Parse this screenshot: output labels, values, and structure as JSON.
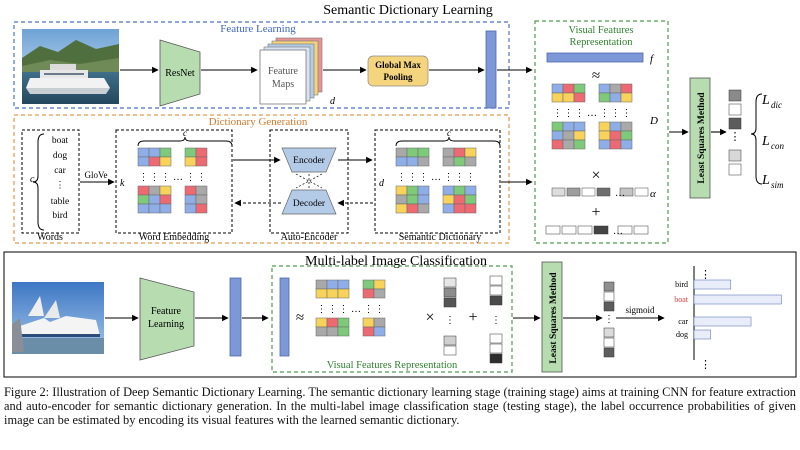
{
  "colors": {
    "blue_dash": "#4a72c8",
    "orange_dash": "#e09a4c",
    "green_dash": "#4f9a4f",
    "green_block": "#b6dcb0",
    "gold_block": "#f4d47c",
    "blue_bar": "#7d98d6",
    "bar_outline": "#4e67b0",
    "cell_red": "#ee6a73",
    "cell_green": "#7fca7a",
    "cell_blue": "#8faee8",
    "cell_yellow": "#f7d35c",
    "cell_gray": "#a9a9a9",
    "cell_dark": "#5e5e5e",
    "boat_red": "#e23c3c"
  },
  "top": {
    "title": "Semantic Dictionary Learning",
    "feature_learning": "Feature Learning",
    "resnet": "ResNet",
    "feature_maps": "Feature Maps",
    "d": "d",
    "global_max_pooling": "Global Max Pooling",
    "dictionary_generation": "Dictionary Generation",
    "word_c": "c",
    "words_list": [
      "boat",
      "dog",
      "car",
      "⋮",
      "table",
      "bird"
    ],
    "words_label": "Words",
    "glove": "GloVe",
    "k": "k",
    "c_top": "c",
    "word_embedding": "Word Embedding",
    "encoder": "Encoder",
    "decoder": "Decoder",
    "auto_encoder": "Auto-Encoder",
    "sem_d": "d",
    "sem_c": "c",
    "semantic_dictionary": "Semantic Dictionary",
    "vfr_title": "Visual Features Representation",
    "f": "f",
    "approx": "≈",
    "D": "D",
    "times": "×",
    "alpha": "α",
    "plus": "+",
    "least_squares": "Least Squares Method",
    "loss_dic": "L",
    "loss_dic_sub": "dic",
    "loss_con": "L",
    "loss_con_sub": "con",
    "loss_sim": "L",
    "loss_sim_sub": "sim"
  },
  "bottom": {
    "title": "Multi-label Image Classification",
    "feature_learning": "Feature Learning",
    "approx": "≈",
    "times": "×",
    "plus": "+",
    "vfr_label": "Visual Features Representation",
    "least_squares": "Least Squares Method",
    "sigmoid": "sigmoid",
    "labels": [
      "bird",
      "boat",
      "car",
      "dog"
    ],
    "dots": "⋮"
  },
  "probabilities": [
    {
      "label": "bird",
      "value": 0.4
    },
    {
      "label": "boat",
      "value": 0.95
    },
    {
      "label": "car",
      "value": 0.62
    },
    {
      "label": "dog",
      "value": 0.18
    }
  ],
  "caption": "Figure 2: Illustration of Deep Semantic Dictionary Learning. The semantic dictionary learning stage (training stage) aims at training CNN for feature extraction and auto-encoder for semantic dictionary generation. In the multi-label image classification stage (testing stage), the label occurrence probabilities of given image can be estimated by encoding its visual features with the learned semantic dictionary."
}
